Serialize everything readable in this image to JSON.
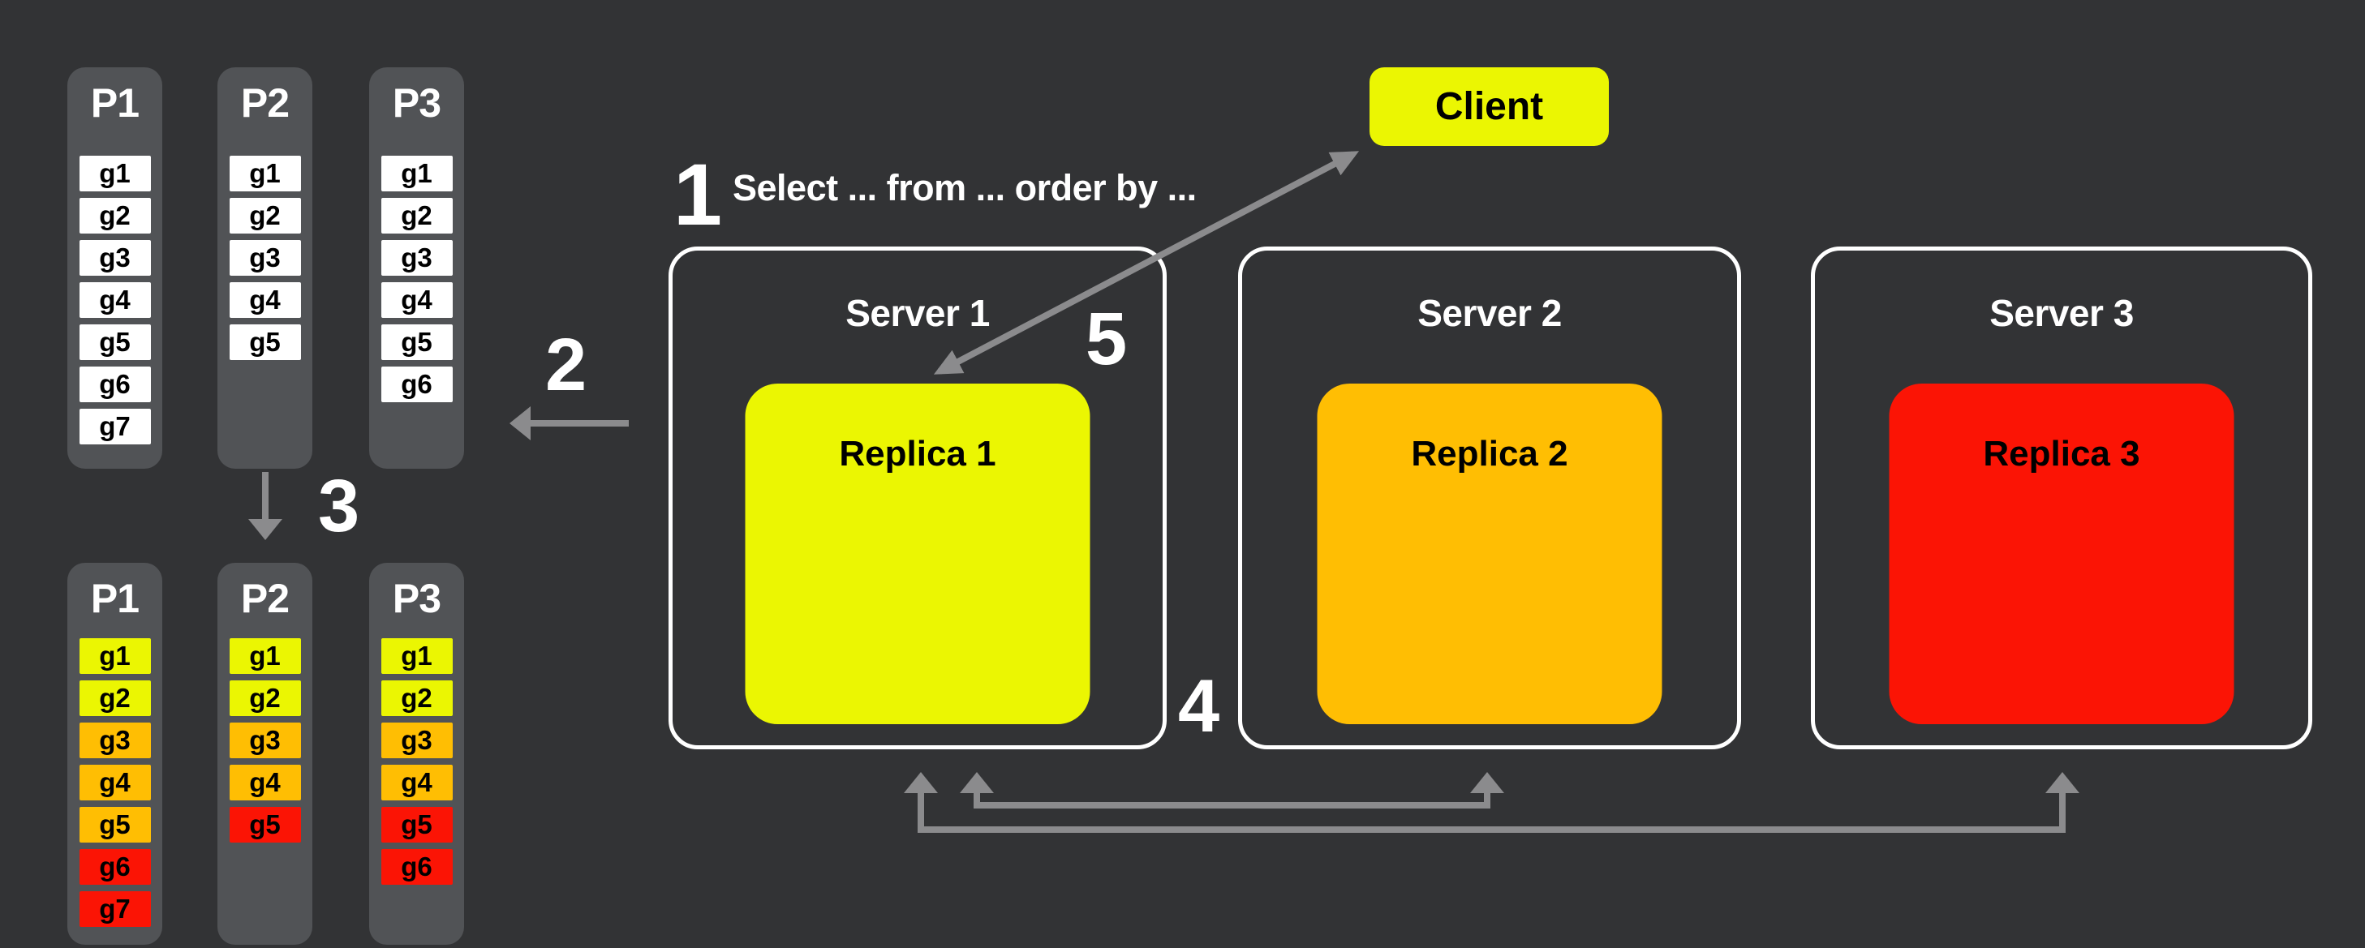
{
  "colors": {
    "bg": "#323335",
    "panel": "#515356",
    "yellow": "#ebf602",
    "orange": "#ffbe03",
    "red": "#fb1405",
    "arrow": "#8b8b8d"
  },
  "steps": {
    "one": "1",
    "two": "2",
    "three": "3",
    "four": "4",
    "five": "5"
  },
  "query_label": "Select ... from ... order by ...",
  "client": {
    "label": "Client"
  },
  "servers": [
    {
      "label": "Server 1",
      "replica_label": "Replica 1",
      "replica_color": "yellow"
    },
    {
      "label": "Server 2",
      "replica_label": "Replica 2",
      "replica_color": "orange"
    },
    {
      "label": "Server 3",
      "replica_label": "Replica 3",
      "replica_color": "red"
    }
  ],
  "partitions_top": [
    {
      "label": "P1",
      "items": [
        {
          "label": "g1",
          "color": "white"
        },
        {
          "label": "g2",
          "color": "white"
        },
        {
          "label": "g3",
          "color": "white"
        },
        {
          "label": "g4",
          "color": "white"
        },
        {
          "label": "g5",
          "color": "white"
        },
        {
          "label": "g6",
          "color": "white"
        },
        {
          "label": "g7",
          "color": "white"
        }
      ]
    },
    {
      "label": "P2",
      "items": [
        {
          "label": "g1",
          "color": "white"
        },
        {
          "label": "g2",
          "color": "white"
        },
        {
          "label": "g3",
          "color": "white"
        },
        {
          "label": "g4",
          "color": "white"
        },
        {
          "label": "g5",
          "color": "white"
        }
      ]
    },
    {
      "label": "P3",
      "items": [
        {
          "label": "g1",
          "color": "white"
        },
        {
          "label": "g2",
          "color": "white"
        },
        {
          "label": "g3",
          "color": "white"
        },
        {
          "label": "g4",
          "color": "white"
        },
        {
          "label": "g5",
          "color": "white"
        },
        {
          "label": "g6",
          "color": "white"
        }
      ]
    }
  ],
  "partitions_bottom": [
    {
      "label": "P1",
      "items": [
        {
          "label": "g1",
          "color": "yellow"
        },
        {
          "label": "g2",
          "color": "yellow"
        },
        {
          "label": "g3",
          "color": "orange"
        },
        {
          "label": "g4",
          "color": "orange"
        },
        {
          "label": "g5",
          "color": "orange"
        },
        {
          "label": "g6",
          "color": "red"
        },
        {
          "label": "g7",
          "color": "red"
        }
      ]
    },
    {
      "label": "P2",
      "items": [
        {
          "label": "g1",
          "color": "yellow"
        },
        {
          "label": "g2",
          "color": "yellow"
        },
        {
          "label": "g3",
          "color": "orange"
        },
        {
          "label": "g4",
          "color": "orange"
        },
        {
          "label": "g5",
          "color": "red"
        }
      ]
    },
    {
      "label": "P3",
      "items": [
        {
          "label": "g1",
          "color": "yellow"
        },
        {
          "label": "g2",
          "color": "yellow"
        },
        {
          "label": "g3",
          "color": "orange"
        },
        {
          "label": "g4",
          "color": "orange"
        },
        {
          "label": "g5",
          "color": "red"
        },
        {
          "label": "g6",
          "color": "red"
        }
      ]
    }
  ]
}
